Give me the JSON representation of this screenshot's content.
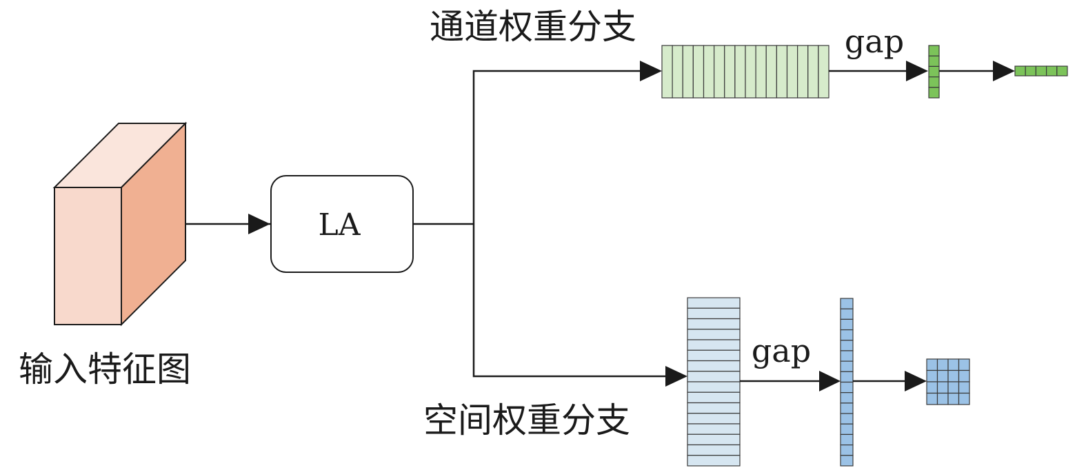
{
  "labels": {
    "input_feature_map": "输入特征图",
    "la_block": "LA",
    "channel_branch": "通道权重分支",
    "spatial_branch": "空间权重分支",
    "gap_channel": "gap",
    "gap_spatial": "gap"
  },
  "colors": {
    "cube_front": "#f8d9cc",
    "cube_side": "#f0b092",
    "cube_top": "#fae5dc",
    "channel_fill": "#d6ebcb",
    "channel_small": "#7cc35a",
    "spatial_fill": "#d6e6f1",
    "spatial_small": "#9bc2e6",
    "stroke": "#1a1a1a"
  },
  "channel_branch": {
    "feature_cells": 16,
    "pooled_cells": 5,
    "output_cells": 5
  },
  "spatial_branch": {
    "feature_rows": 16,
    "pooled_cells": 16,
    "output_grid": [
      4,
      4
    ]
  }
}
